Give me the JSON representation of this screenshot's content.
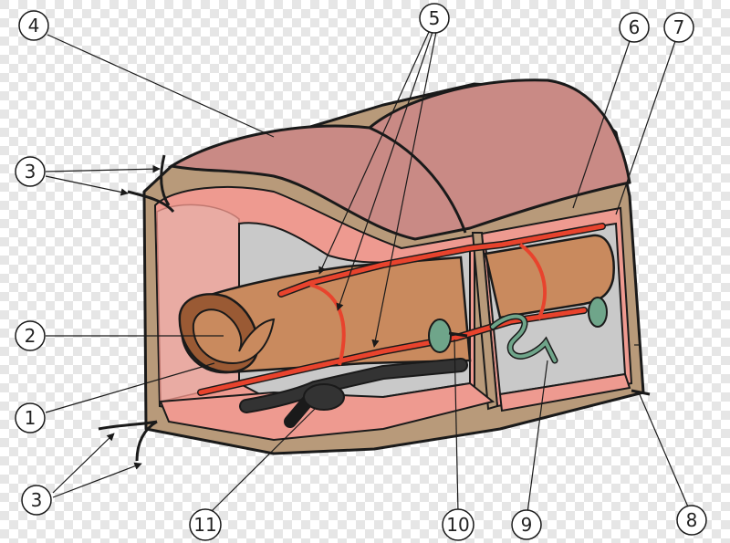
{
  "diagram": {
    "callouts": [
      {
        "id": "c4",
        "label": "4"
      },
      {
        "id": "c5",
        "label": "5"
      },
      {
        "id": "c6",
        "label": "6"
      },
      {
        "id": "c7",
        "label": "7"
      },
      {
        "id": "c3a",
        "label": "3"
      },
      {
        "id": "c2",
        "label": "2"
      },
      {
        "id": "c1",
        "label": "1"
      },
      {
        "id": "c3b",
        "label": "3"
      },
      {
        "id": "c11",
        "label": "11"
      },
      {
        "id": "c10",
        "label": "10"
      },
      {
        "id": "c9",
        "label": "9"
      },
      {
        "id": "c8",
        "label": "8"
      }
    ],
    "colors": {
      "checker_light": "#ffffff",
      "checker_dark": "#e6e6e6",
      "skin_top": "#c98a85",
      "body_wall": "#b89a7a",
      "muscle_pink": "#ee9a90",
      "cavity_grey": "#c9c9c9",
      "gut_tan": "#c98a5e",
      "gut_inner": "#9a5a34",
      "blood_vessel": "#e8432d",
      "nerve_cord": "#333333",
      "nephridium": "#6fa58a",
      "outline": "#1a1a1a"
    }
  }
}
